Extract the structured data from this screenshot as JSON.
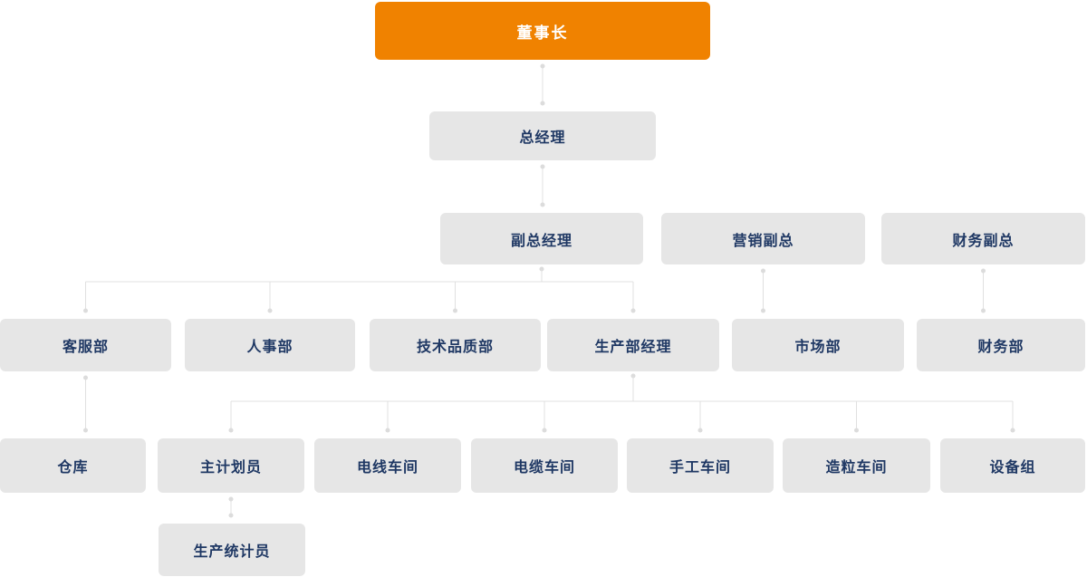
{
  "chart": {
    "type": "org-chart",
    "background": "#FFFFFF",
    "colors": {
      "root_bg": "#F08200",
      "root_text": "#FFFFFF",
      "node_bg": "#E6E6E6",
      "node_text": "#1F3864",
      "connector": "#E0E0E0",
      "connector_dot": "#DCDCDC"
    },
    "nodes": [
      {
        "id": "chairman",
        "label": "董事长",
        "role": "root"
      },
      {
        "id": "general-manager",
        "label": "总经理",
        "role": "node"
      },
      {
        "id": "deputy-general-manager",
        "label": "副总经理",
        "role": "node"
      },
      {
        "id": "marketing-vp",
        "label": "营销副总",
        "role": "node"
      },
      {
        "id": "finance-vp",
        "label": "财务副总",
        "role": "node"
      },
      {
        "id": "customer-service-dept",
        "label": "客服部",
        "role": "node"
      },
      {
        "id": "hr-dept",
        "label": "人事部",
        "role": "node"
      },
      {
        "id": "tech-quality-dept",
        "label": "技术品质部",
        "role": "node"
      },
      {
        "id": "production-dept-manager",
        "label": "生产部经理",
        "role": "node"
      },
      {
        "id": "market-dept",
        "label": "市场部",
        "role": "node"
      },
      {
        "id": "finance-dept",
        "label": "财务部",
        "role": "node"
      },
      {
        "id": "warehouse",
        "label": "仓库",
        "role": "node"
      },
      {
        "id": "chief-planner",
        "label": "主计划员",
        "role": "node"
      },
      {
        "id": "wire-workshop",
        "label": "电线车间",
        "role": "node"
      },
      {
        "id": "cable-workshop",
        "label": "电缆车间",
        "role": "node"
      },
      {
        "id": "manual-workshop",
        "label": "手工车间",
        "role": "node"
      },
      {
        "id": "granulation-workshop",
        "label": "造粒车间",
        "role": "node"
      },
      {
        "id": "equipment-group",
        "label": "设备组",
        "role": "node"
      },
      {
        "id": "production-statistician",
        "label": "生产统计员",
        "role": "node"
      }
    ],
    "edges": [
      [
        "chairman",
        "general-manager"
      ],
      [
        "general-manager",
        "deputy-general-manager"
      ],
      [
        "deputy-general-manager",
        "customer-service-dept"
      ],
      [
        "deputy-general-manager",
        "hr-dept"
      ],
      [
        "deputy-general-manager",
        "tech-quality-dept"
      ],
      [
        "deputy-general-manager",
        "production-dept-manager"
      ],
      [
        "marketing-vp",
        "market-dept"
      ],
      [
        "finance-vp",
        "finance-dept"
      ],
      [
        "customer-service-dept",
        "warehouse"
      ],
      [
        "production-dept-manager",
        "chief-planner"
      ],
      [
        "production-dept-manager",
        "wire-workshop"
      ],
      [
        "production-dept-manager",
        "cable-workshop"
      ],
      [
        "production-dept-manager",
        "manual-workshop"
      ],
      [
        "production-dept-manager",
        "granulation-workshop"
      ],
      [
        "production-dept-manager",
        "equipment-group"
      ],
      [
        "chief-planner",
        "production-statistician"
      ]
    ]
  }
}
